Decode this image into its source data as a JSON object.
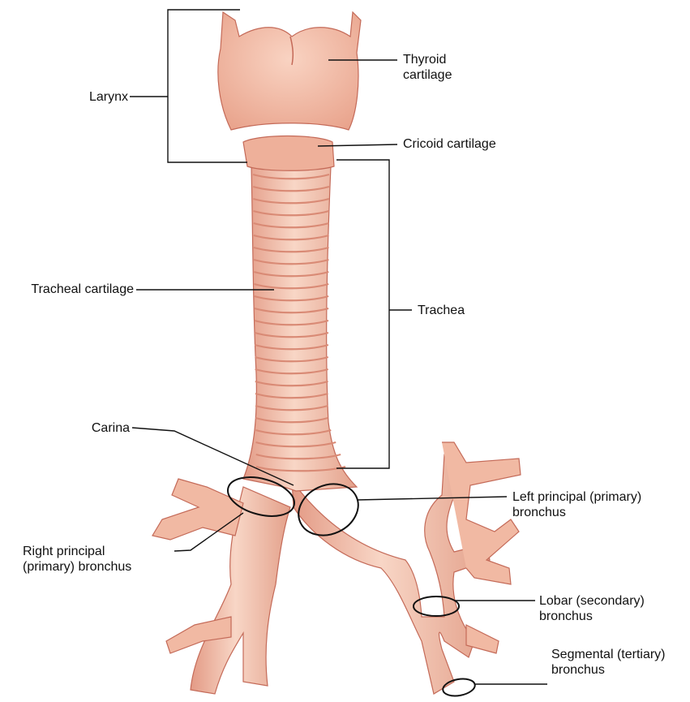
{
  "labels": {
    "thyroid": [
      "Thyroid",
      "cartilage"
    ],
    "larynx": "Larynx",
    "cricoid": "Cricoid cartilage",
    "tracheal_cartilage": "Tracheal cartilage",
    "trachea": "Trachea",
    "carina": "Carina",
    "left_principal": [
      "Left principal (primary)",
      "bronchus"
    ],
    "right_principal": [
      "Right principal",
      "(primary) bronchus"
    ],
    "lobar": [
      "Lobar (secondary)",
      "bronchus"
    ],
    "segmental": [
      "Segmental (tertiary)",
      "bronchus"
    ]
  },
  "colors": {
    "tissue_fill": "#f1b9a3",
    "tissue_light": "#f8d6c6",
    "tissue_shadow": "#d98a75",
    "tissue_edge": "#c46a58"
  }
}
